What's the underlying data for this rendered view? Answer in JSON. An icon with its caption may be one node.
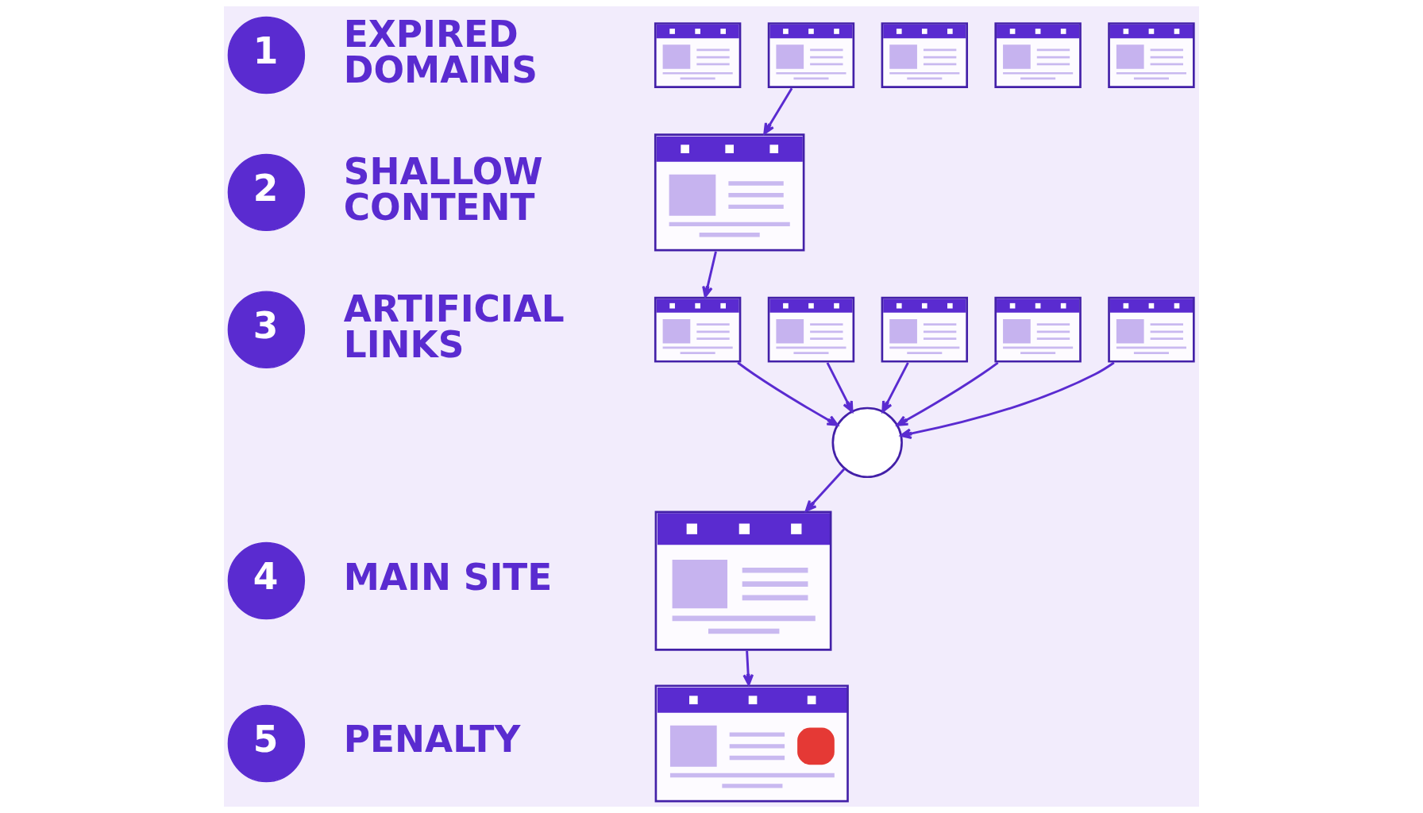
{
  "diagram": {
    "nodes": [
      {
        "text": [
          "1"
        ],
        "beside": [
          "EXPIRED DOMAINS"
        ]
      },
      {
        "text": [],
        "shape": "picture"
      },
      {
        "text": [],
        "shape": "picture"
      },
      {
        "text": [],
        "shape": "picture"
      },
      {
        "text": [],
        "shape": "picture"
      },
      {
        "text": [],
        "shape": "picture"
      },
      {
        "text": [
          "2"
        ],
        "beside": [
          "SHALLOW CONTENT"
        ]
      },
      {
        "text": [],
        "shape": "picture"
      },
      {
        "text": [
          "3"
        ],
        "beside": [
          "ARTIFICIAL LINKS"
        ]
      },
      {
        "text": [],
        "shape": "picture"
      },
      {
        "text": [],
        "shape": "picture"
      },
      {
        "text": [],
        "shape": "picture"
      },
      {
        "text": [],
        "shape": "picture"
      },
      {
        "text": [],
        "shape": "picture"
      },
      {
        "text": [],
        "shape": "circle"
      },
      {
        "text": [
          "4"
        ],
        "beside": [
          "MAIN SITE"
        ]
      },
      {
        "text": [],
        "shape": "picture"
      },
      {
        "text": [
          "5"
        ],
        "beside": [
          "PENALTY"
        ]
      },
      {
        "text": [],
        "shape": "picture"
      }
    ],
    "edges": [
      {
        "from": 2,
        "to": 7,
        "arrow": "to"
      },
      {
        "from": 7,
        "to": 9,
        "arrow": "to"
      },
      {
        "from": 9,
        "to": 14,
        "arrow": "to"
      },
      {
        "from": 10,
        "to": 14,
        "arrow": "to"
      },
      {
        "from": 11,
        "to": 14,
        "arrow": "to"
      },
      {
        "from": 12,
        "to": 14,
        "arrow": "to"
      },
      {
        "from": 13,
        "to": 14,
        "arrow": "to"
      },
      {
        "from": 14,
        "to": 16,
        "arrow": "to"
      },
      {
        "from": 16,
        "to": 18,
        "arrow": "to"
      }
    ]
  }
}
